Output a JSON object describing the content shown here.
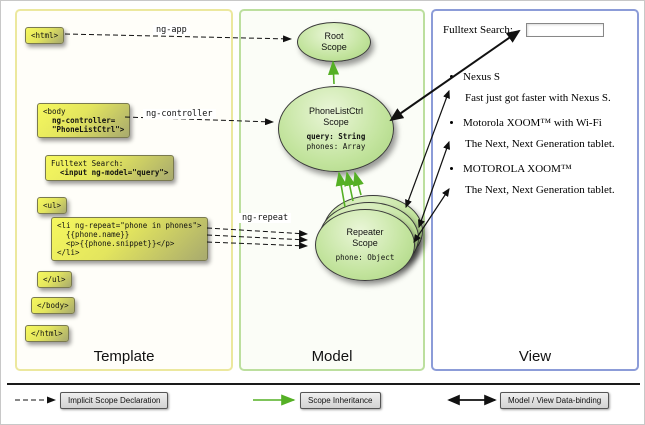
{
  "template_panel": {
    "label": "Template",
    "boxes": {
      "html_open": {
        "line1": "<html>"
      },
      "body_open": {
        "line1": "<body",
        "line2": "  ng-controller=",
        "line3": "  \"PhoneListCtrl\">"
      },
      "search": {
        "line1": "Fulltext Search:",
        "line2": "  <input ng-model=\"query\">"
      },
      "ul_open": {
        "line1": "<ul>"
      },
      "li_repeat": {
        "line1": "<li ng-repeat=\"phone in phones\">",
        "line2": "  {{phone.name}}",
        "line3": "  <p>{{phone.snippet}}</p>",
        "line4": "</li>"
      },
      "ul_close": {
        "line1": "</ul>"
      },
      "body_close": {
        "line1": "</body>"
      },
      "html_close": {
        "line1": "</html>"
      }
    }
  },
  "model_panel": {
    "label": "Model",
    "root_scope": {
      "line1": "Root",
      "line2": "Scope"
    },
    "phonelist_scope": {
      "line1": "PhoneListCtrl",
      "line2": "Scope",
      "prop1": "query: String",
      "prop2": "phones: Array"
    },
    "repeater_scope": {
      "line1": "Repeater",
      "line2": "Scope",
      "prop1": "phone: Object"
    }
  },
  "view_panel": {
    "label": "View",
    "search_label": "Fulltext Search:",
    "search_value": "",
    "items": [
      {
        "name": "Nexus S",
        "snippet": "Fast just got faster with Nexus S."
      },
      {
        "name": "Motorola XOOM™ with Wi-Fi",
        "snippet": "The Next, Next Generation tablet."
      },
      {
        "name": "MOTOROLA XOOM™",
        "snippet": "The Next, Next Generation tablet."
      }
    ]
  },
  "arrow_labels": {
    "ng_app": "ng-app",
    "ng_controller": "ng-controller",
    "ng_repeat": "ng-repeat"
  },
  "legend": {
    "implicit": "Implicit Scope Declaration",
    "inheritance": "Scope Inheritance",
    "databinding": "Model / View Data-binding"
  },
  "colors": {
    "inheritance_green": "#55b025",
    "code_box_yellow": "#f6f85e",
    "scope_green": "#c3e49e",
    "template_border": "#ece89e",
    "model_border": "#bcdf9e",
    "view_border": "#8c9cd8"
  }
}
